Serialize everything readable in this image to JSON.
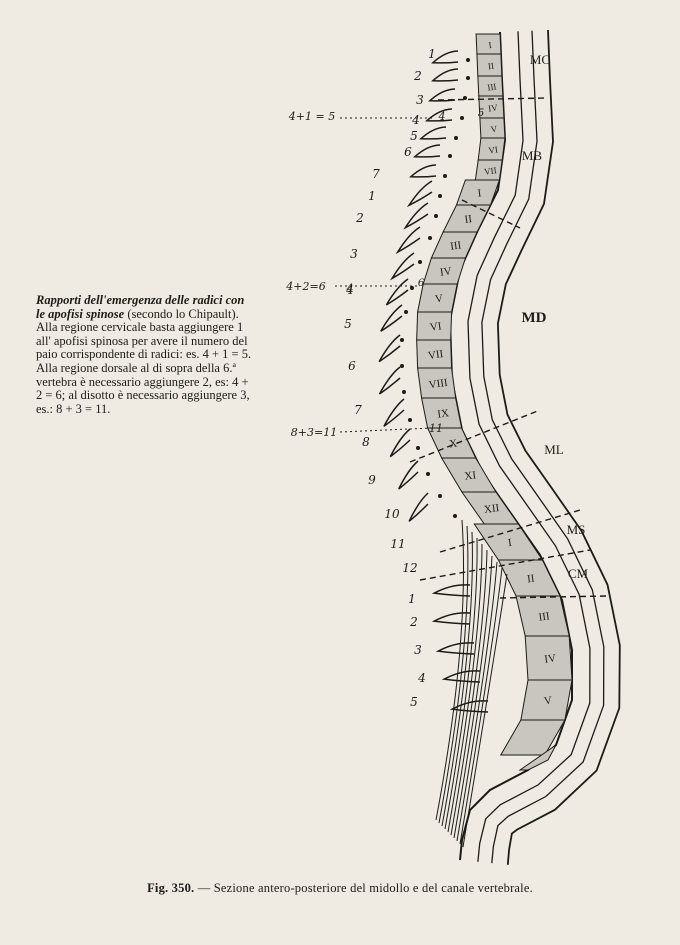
{
  "side_caption": {
    "title": "Rapporti dell'emergenza delle radici con le apofisi spinose",
    "body": "(secondo lo Chipault). Alla regione cervicale basta aggiungere 1 all' apofisi spinosa per avere il numero del paio corrispondente di radici: es. 4 + 1 = 5. Alla regione dorsale al di sopra della 6.ª vertebra è necessario aggiungere 2, es: 4 + 2 = 6; al disotto è necessario aggiungere 3, es.: 8 + 3 = 11."
  },
  "figure_caption": {
    "number": "Fig. 350.",
    "dash": "—",
    "text": "Sezione antero-posteriore del midollo e del canale vertebrale."
  },
  "equations": [
    "4+1 = 5",
    "4+2=6",
    "8+3=11"
  ],
  "equation_marks": [
    "4",
    "4",
    "11"
  ],
  "segment_numerals": [
    "I",
    "II",
    "III",
    "IV",
    "V",
    "VI",
    "VII",
    "I",
    "II",
    "III",
    "IV",
    "V",
    "VI",
    "VII",
    "VIII",
    "IX",
    "X",
    "XI",
    "XII",
    "I",
    "II",
    "III",
    "IV",
    "V"
  ],
  "segment_marks": [
    "5",
    "6"
  ],
  "region_labels": [
    "MC",
    "MB",
    "MD",
    "ML",
    "MS",
    "CM"
  ],
  "spinous_cervical": [
    "1",
    "2",
    "3",
    "4",
    "5",
    "6",
    "7"
  ],
  "spinous_dorsal": [
    "1",
    "2",
    "3",
    "4",
    "5",
    "6",
    "7",
    "8",
    "9",
    "10",
    "11",
    "12"
  ],
  "spinous_lumbar": [
    "1",
    "2",
    "3",
    "4",
    "5"
  ],
  "colors": {
    "paper": "#efebe2",
    "ink": "#1d1b18",
    "segment_fill": "#c9c6c0"
  }
}
